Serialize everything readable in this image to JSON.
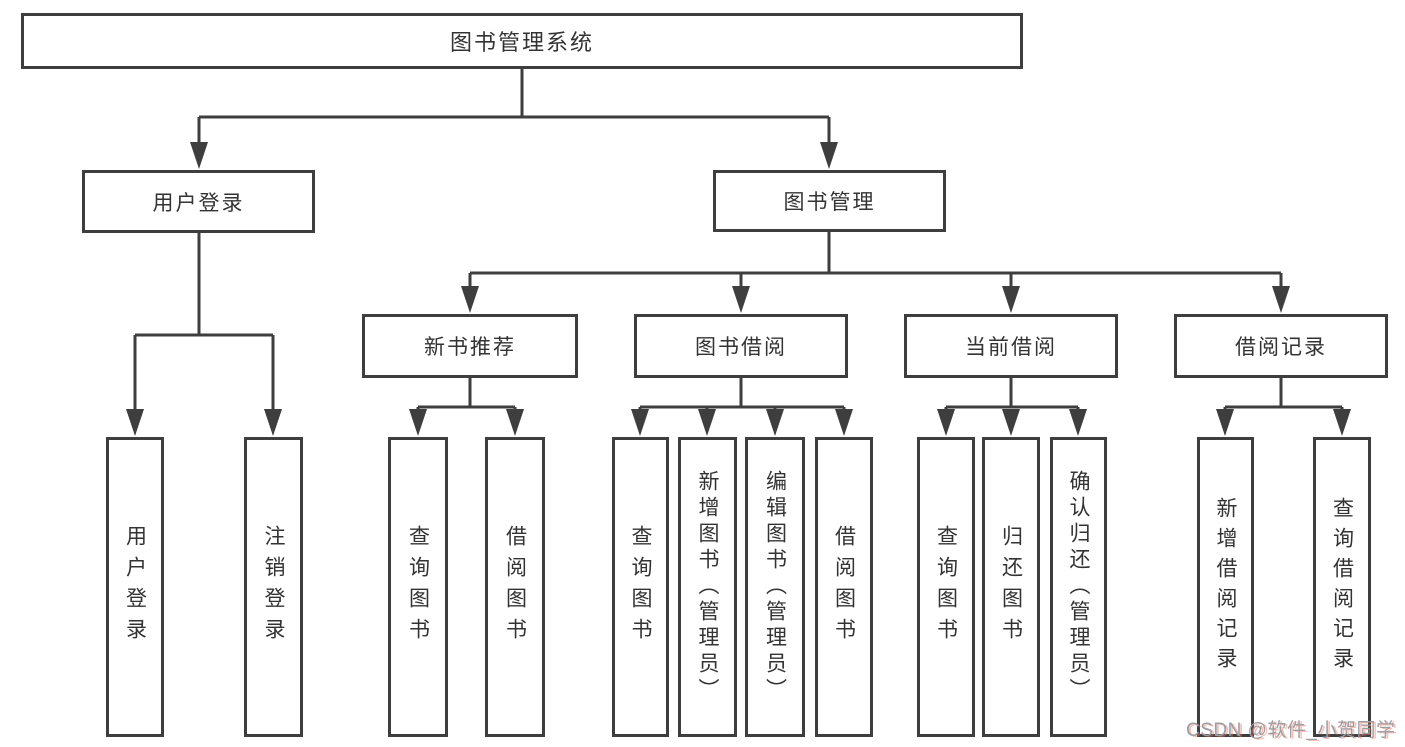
{
  "tree": {
    "root": {
      "label": "图书管理系统"
    },
    "branches": [
      {
        "label": "用户登录",
        "children": [
          {
            "label": "用户登录"
          },
          {
            "label": "注销登录"
          }
        ]
      },
      {
        "label": "图书管理",
        "children": [
          {
            "label": "新书推荐",
            "children": [
              {
                "label": "查询图书"
              },
              {
                "label": "借阅图书"
              }
            ]
          },
          {
            "label": "图书借阅",
            "children": [
              {
                "label": "查询图书"
              },
              {
                "label": "新增图书（管理员）"
              },
              {
                "label": "编辑图书（管理员）"
              },
              {
                "label": "借阅图书"
              }
            ]
          },
          {
            "label": "当前借阅",
            "children": [
              {
                "label": "查询图书"
              },
              {
                "label": "归还图书"
              },
              {
                "label": "确认归还（管理员）"
              }
            ]
          },
          {
            "label": "借阅记录",
            "children": [
              {
                "label": "新增借阅记录"
              },
              {
                "label": "查询借阅记录"
              }
            ]
          }
        ]
      }
    ]
  },
  "watermark": {
    "text": "CSDN @软件_小贺同学"
  },
  "colors": {
    "line": "#3e3e3e",
    "text": "#333333",
    "background": "#ffffff",
    "watermark_gray": "#9a9fa5",
    "watermark_red": "#f46e5a"
  }
}
